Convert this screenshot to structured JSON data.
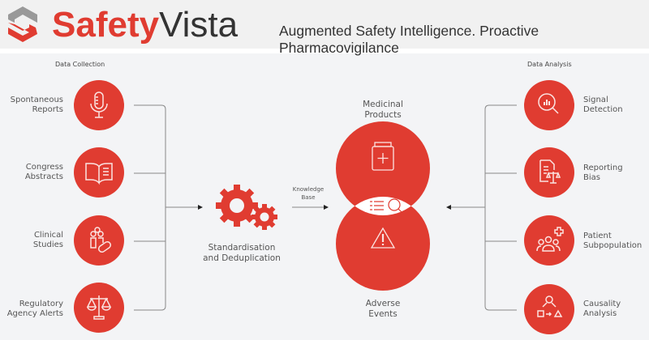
{
  "header": {
    "brand_primary": "Safety",
    "brand_secondary": "Vista",
    "tagline": "Augmented Safety Intelligence. Proactive Pharmacovigilance",
    "logo": "hexagon-s-logo"
  },
  "data_collection": {
    "title": "Data Collection",
    "items": [
      {
        "line1": "Spontaneous",
        "line2": "Reports",
        "icon": "microphone-icon"
      },
      {
        "line1": "Congress",
        "line2": "Abstracts",
        "icon": "open-book-icon"
      },
      {
        "line1": "Clinical",
        "line2": "Studies",
        "icon": "people-pill-icon"
      },
      {
        "line1": "Regulatory",
        "line2": "Agency Alerts",
        "icon": "scales-icon"
      }
    ]
  },
  "process": {
    "line1": "Standardisation",
    "line2": "and Deduplication",
    "icon": "gears-icon"
  },
  "knowledge": {
    "line1": "Knowledge",
    "line2": "Base"
  },
  "venn": {
    "top_line1": "Medicinal",
    "top_line2": "Products",
    "bottom_line1": "Adverse",
    "bottom_line2": "Events"
  },
  "data_analysis": {
    "title": "Data Analysis",
    "items": [
      {
        "line1": "Signal",
        "line2": "Detection",
        "icon": "chart-magnifier-icon"
      },
      {
        "line1": "Reporting",
        "line2": "Bias",
        "icon": "document-scales-icon"
      },
      {
        "line1": "Patient",
        "line2": "Subpopulation",
        "icon": "group-plus-icon"
      },
      {
        "line1": "Causality",
        "line2": "Analysis",
        "icon": "causality-flow-icon"
      }
    ]
  },
  "colors": {
    "accent": "#e03c31",
    "text": "#555555"
  }
}
